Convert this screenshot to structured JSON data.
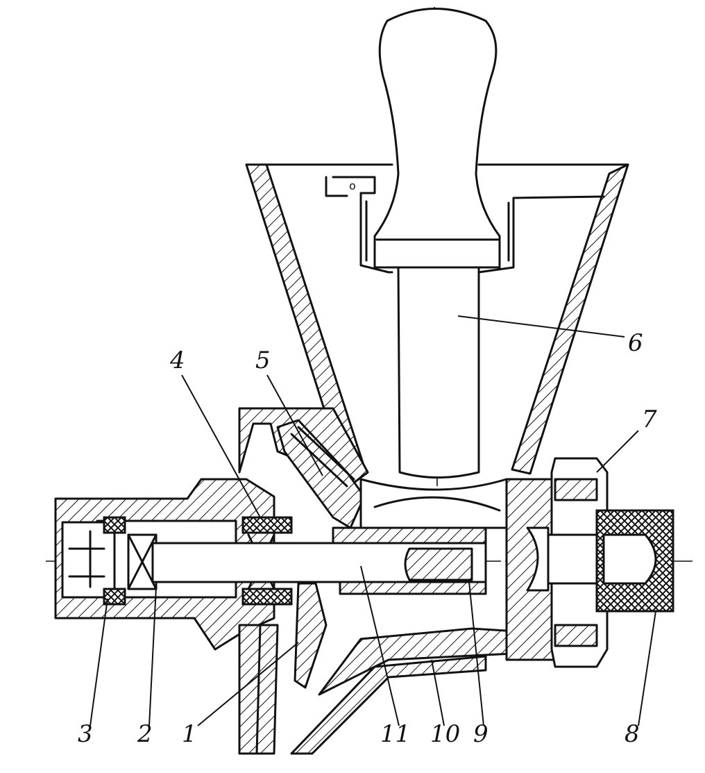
{
  "drawing": {
    "labels": [
      "1",
      "2",
      "3",
      "4",
      "5",
      "6",
      "7",
      "8",
      "9",
      "10",
      "11"
    ],
    "hopper_mark": "o"
  }
}
